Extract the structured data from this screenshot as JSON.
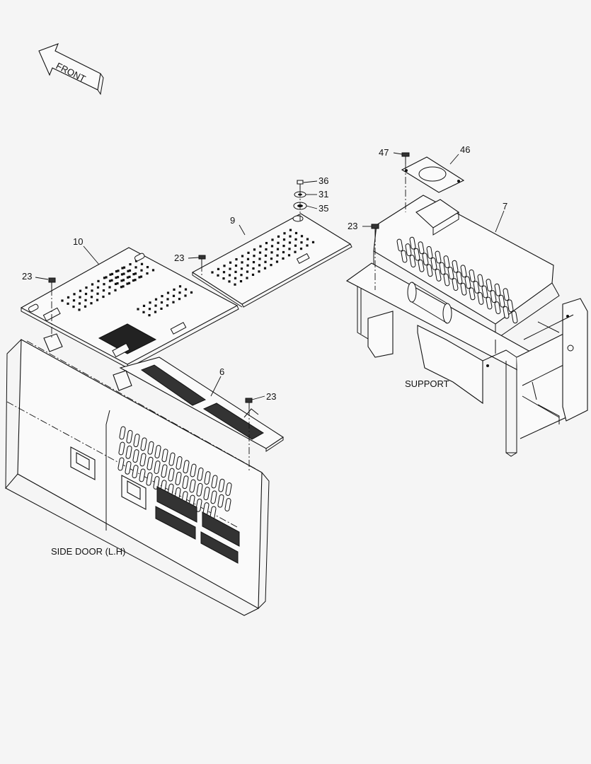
{
  "front_arrow": {
    "label": "FRONT"
  },
  "labels": {
    "support": "SUPPORT",
    "side_door": "SIDE DOOR (L.H)"
  },
  "callouts": {
    "c47": "47",
    "c46": "46",
    "c36": "36",
    "c31": "31",
    "c35": "35",
    "c9": "9",
    "c7": "7",
    "c10": "10",
    "c23a": "23",
    "c23b": "23",
    "c23c": "23",
    "c23d": "23",
    "c6": "6"
  }
}
